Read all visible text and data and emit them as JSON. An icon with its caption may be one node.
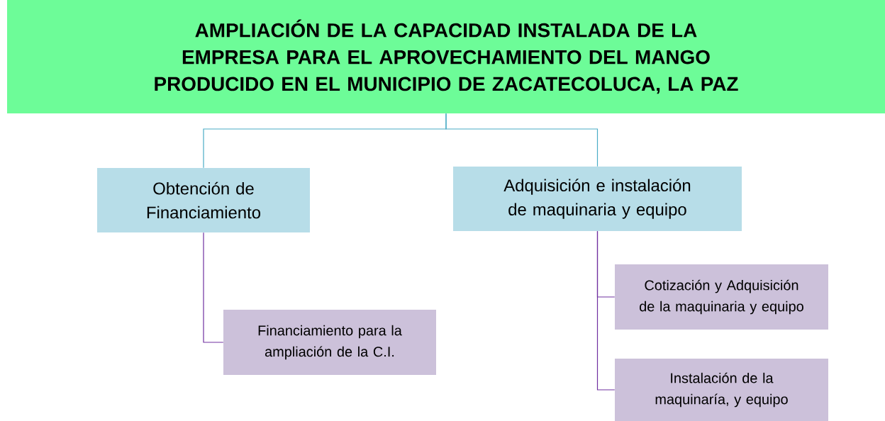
{
  "diagram": {
    "nodes": [
      {
        "text": [
          "AMPLIACIÓN DE LA CAPACIDAD INSTALADA DE LA EMPRESA PARA EL APROVECHAMIENTO DEL MANGO PRODUCIDO EN EL MUNICIPIO DE ZACATECOLUCA, LA PAZ"
        ]
      },
      {
        "text": [
          "Obtención de Financiamiento"
        ]
      },
      {
        "text": [
          "Adquisición e instalación de maquinaria y equipo"
        ]
      },
      {
        "text": [
          "Financiamiento para la ampliación de la C.I."
        ]
      },
      {
        "text": [
          "Cotización y Adquisición de la maquinaria y equipo"
        ]
      },
      {
        "text": [
          "Instalación de la maquinaría, y equipo"
        ]
      }
    ],
    "edges": [
      {
        "from": 0,
        "to": 1,
        "arrow": "none",
        "color": "#4bacc6"
      },
      {
        "from": 0,
        "to": 2,
        "arrow": "none",
        "color": "#4bacc6"
      },
      {
        "from": 1,
        "to": 3,
        "arrow": "none"
      },
      {
        "from": 2,
        "to": 4,
        "arrow": "none"
      },
      {
        "from": 2,
        "to": 5,
        "arrow": "none"
      }
    ]
  }
}
